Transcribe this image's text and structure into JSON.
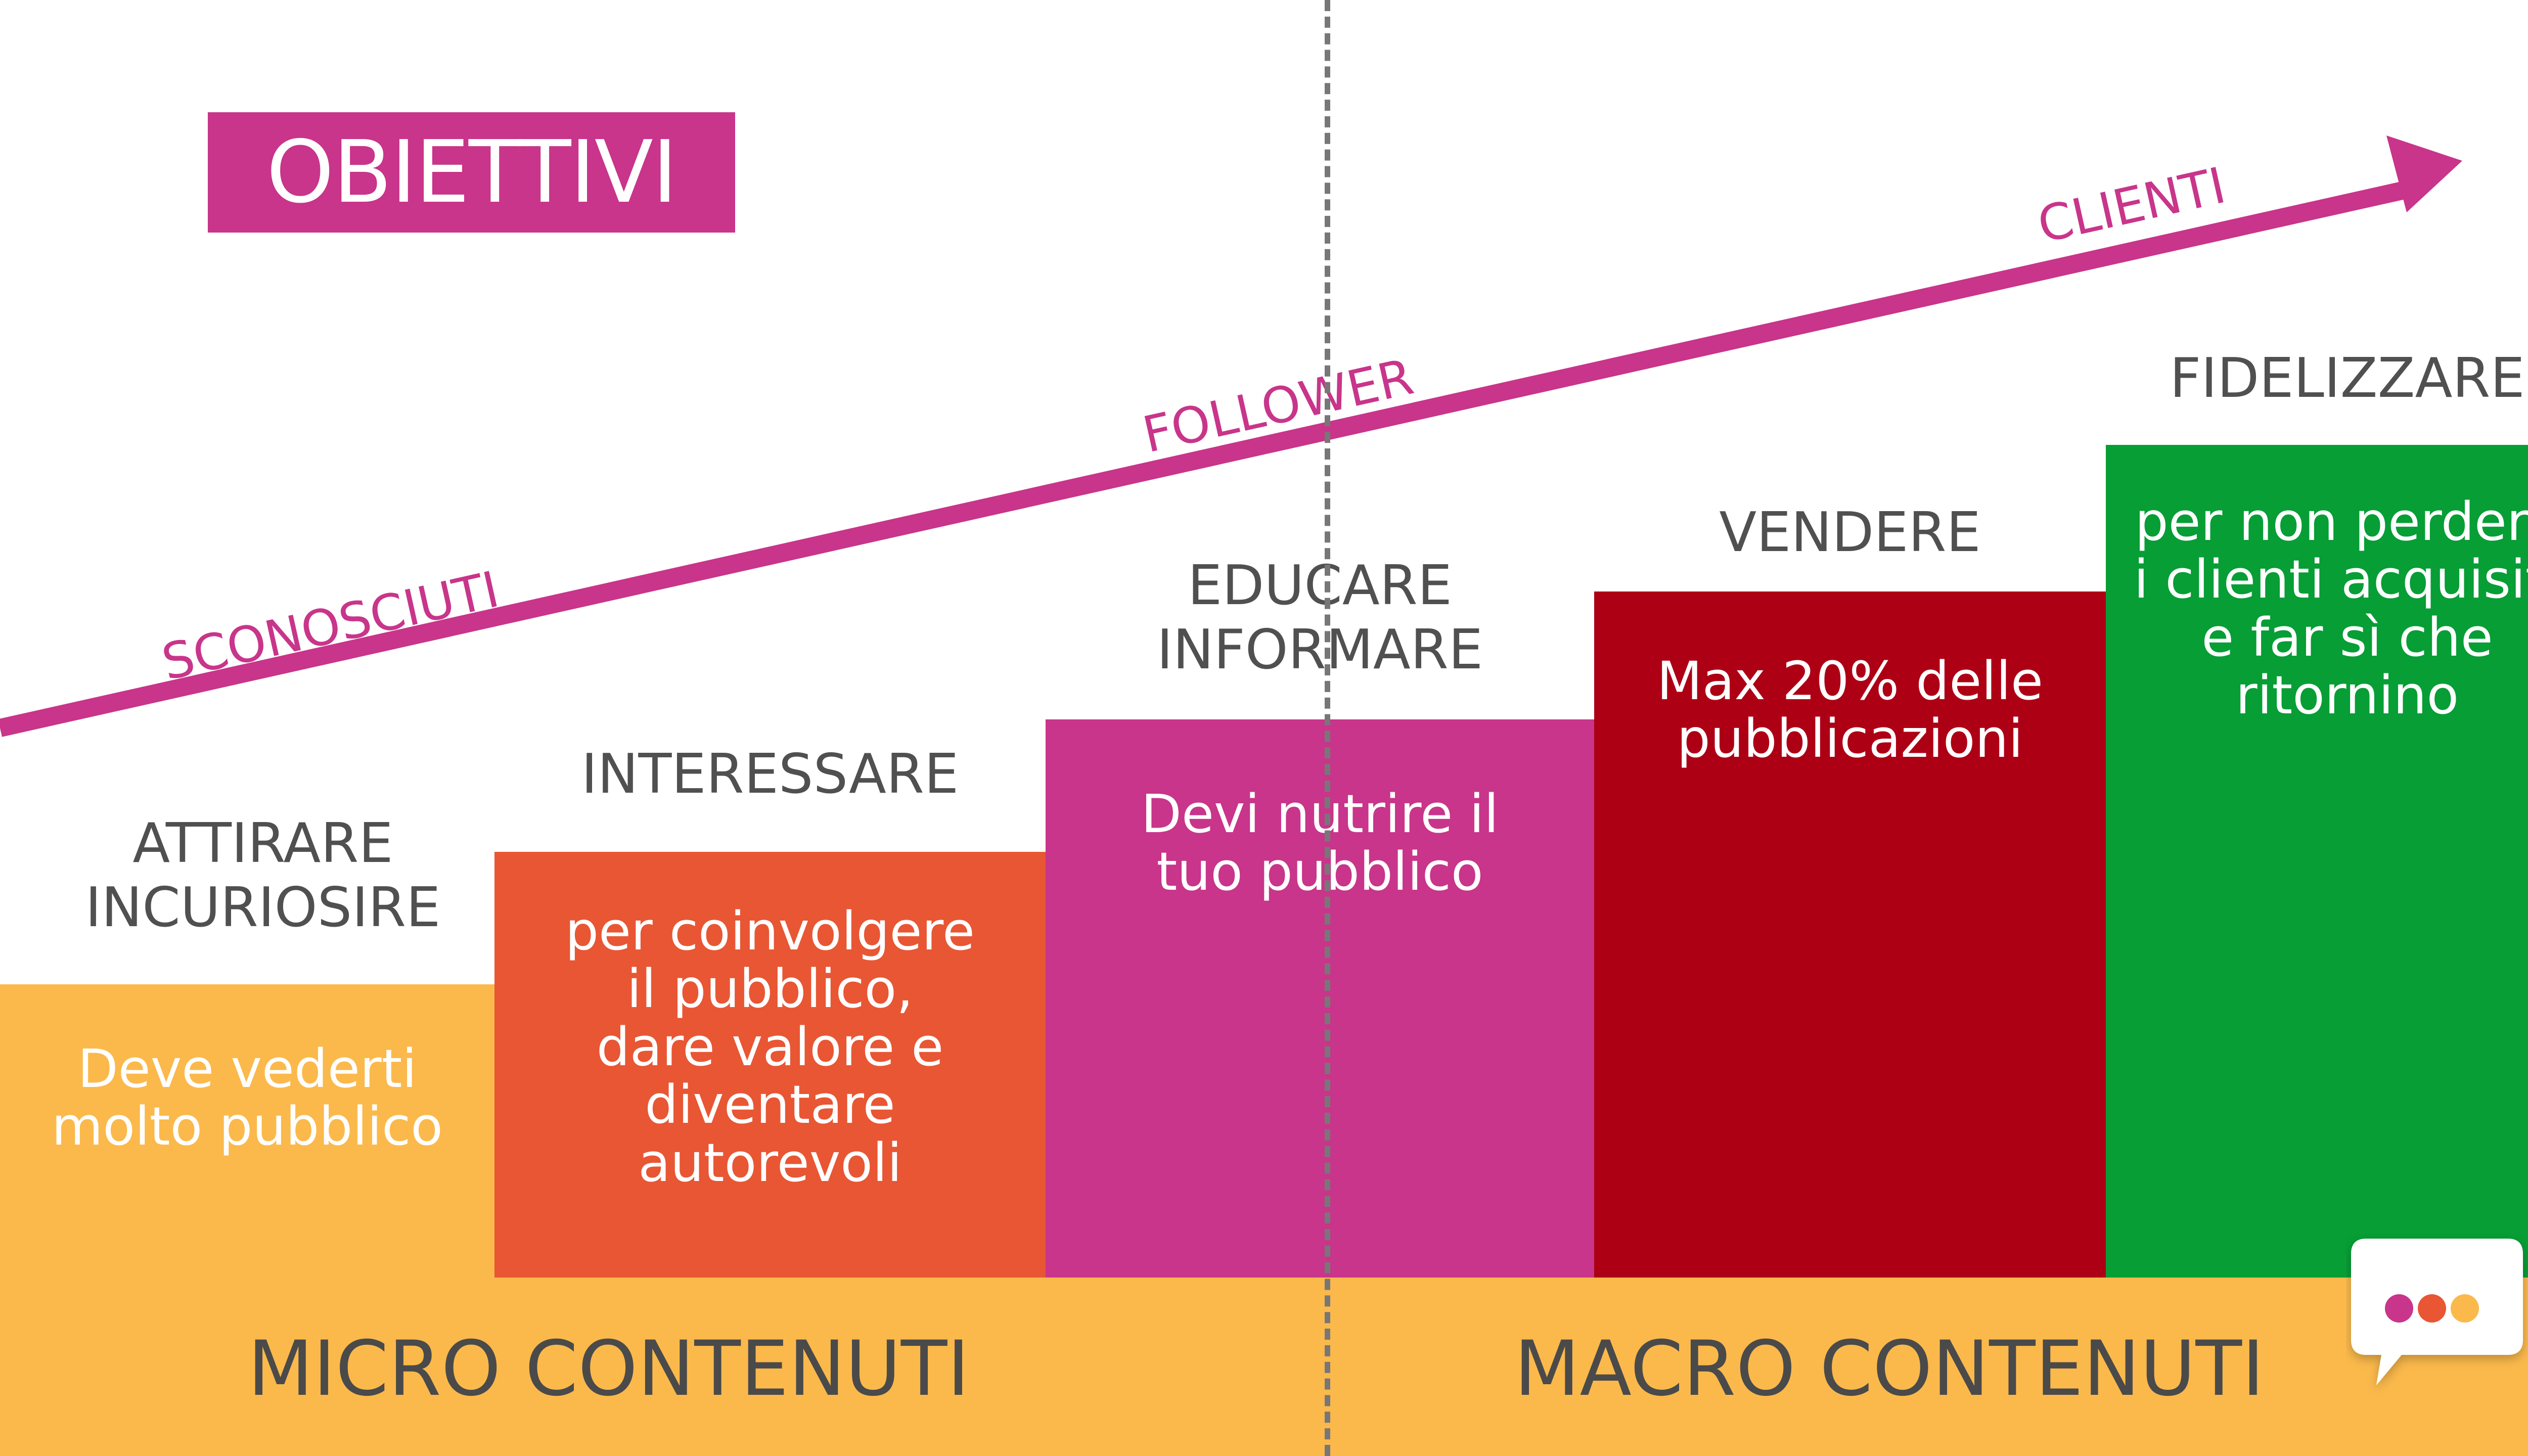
{
  "title": "OBIETTIVI",
  "arrow_labels": [
    "SCONOSCIUTI",
    "FOLLOWER",
    "CLIENTI"
  ],
  "stages": [
    {
      "heading": "ATTIRARE\nINCURIOSIRE",
      "text": "Deve vederti\nmolto pubblico",
      "color": "#fbb94b"
    },
    {
      "heading": "INTERESSARE",
      "text": "per coinvolgere\nil pubblico,\ndare valore e\ndiventare\nautorevoli",
      "color": "#e85634"
    },
    {
      "heading": "EDUCARE\nINFORMARE",
      "text": "Devi nutrire il\ntuo pubblico",
      "color": "#c8358a"
    },
    {
      "heading": "VENDERE",
      "text": "Max 20% delle\npubblicazioni",
      "color": "#ad0015"
    },
    {
      "heading": "FIDELIZZARE",
      "text": "per non perdere\ni clienti acquisiti\ne far sì che\nritornino",
      "color": "#069e35"
    }
  ],
  "footer": {
    "left": "MICRO CONTENUTI",
    "right": "MACRO CONTENUTI"
  },
  "colors": {
    "accent": "#c8358a",
    "footer_bg": "#fbb94b",
    "divider": "#777777",
    "heading_text": "#505050"
  },
  "icons": [
    "chat-bubble-icon"
  ]
}
